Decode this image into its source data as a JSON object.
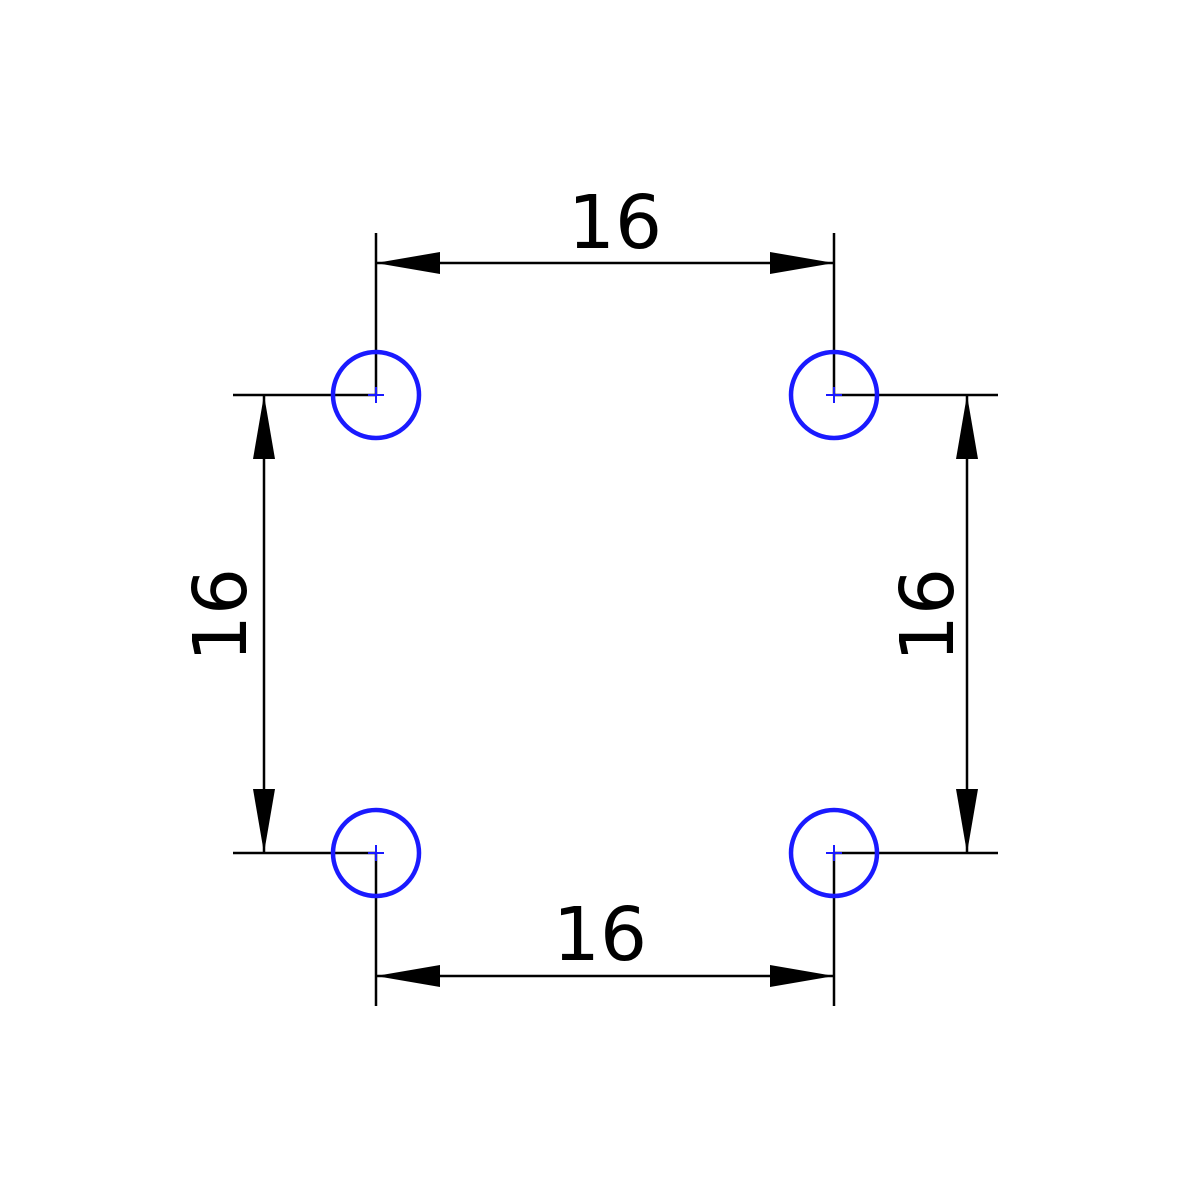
{
  "colors": {
    "hole": "#1a1aff",
    "line": "#000000",
    "background": "#ffffff"
  },
  "holes": [
    {
      "name": "hole-top-left"
    },
    {
      "name": "hole-top-right"
    },
    {
      "name": "hole-bottom-left"
    },
    {
      "name": "hole-bottom-right"
    }
  ],
  "dimensions": {
    "top": {
      "value": "16"
    },
    "bottom": {
      "value": "16"
    },
    "left": {
      "value": "16"
    },
    "right": {
      "value": "16"
    }
  }
}
